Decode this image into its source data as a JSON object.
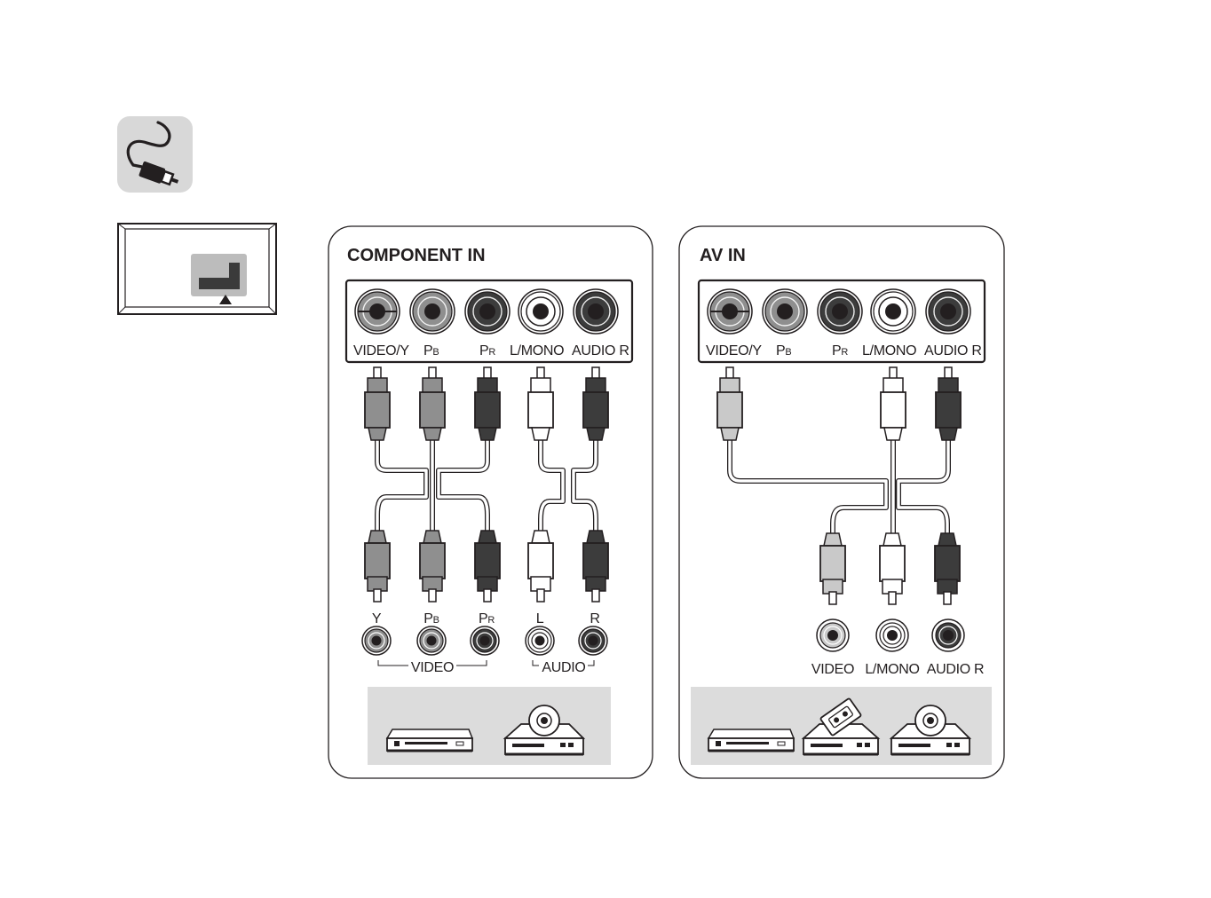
{
  "icons": {
    "cable": "cable-plug-icon",
    "tv": "tv-rear-panel-icon",
    "dvd": "dvd-player-icon",
    "vcr": "vcr-icon",
    "disc": "disc-player-icon"
  },
  "colors": {
    "white": "#ffffff",
    "light_gray": "#c8c8c8",
    "gray": "#8c8c8c",
    "dark": "#3a3a3a",
    "outline": "#231f20",
    "device_tray": "#dcdcdc"
  },
  "component": {
    "title": "COMPONENT IN",
    "ports": [
      {
        "label": "VIDEO/Y",
        "color": "gray",
        "kind": "video"
      },
      {
        "label": "P",
        "sub": "B",
        "color": "gray"
      },
      {
        "label": "P",
        "sub": "R",
        "color": "dark"
      },
      {
        "label": "L/MONO",
        "color": "white"
      },
      {
        "label": "AUDIO R",
        "color": "dark"
      }
    ],
    "plug_colors": [
      "gray",
      "gray",
      "dark",
      "white",
      "dark"
    ],
    "device_jacks": [
      {
        "label": "Y",
        "color": "gray"
      },
      {
        "label": "P",
        "sub": "B",
        "color": "gray"
      },
      {
        "label": "P",
        "sub": "R",
        "color": "dark"
      },
      {
        "label": "L",
        "color": "white"
      },
      {
        "label": "R",
        "color": "dark"
      }
    ],
    "video_group": "VIDEO",
    "audio_group": "AUDIO",
    "devices": [
      "dvd-player-icon",
      "disc-player-icon"
    ]
  },
  "av": {
    "title": "AV IN",
    "ports": [
      {
        "label": "VIDEO/Y",
        "color": "gray",
        "kind": "video"
      },
      {
        "label": "P",
        "sub": "B",
        "color": "gray"
      },
      {
        "label": "P",
        "sub": "R",
        "color": "dark"
      },
      {
        "label": "L/MONO",
        "color": "white"
      },
      {
        "label": "AUDIO R",
        "color": "dark"
      }
    ],
    "plug_colors": [
      "light_gray",
      "white",
      "dark"
    ],
    "device_jacks": [
      {
        "label": "VIDEO",
        "color": "light_gray"
      },
      {
        "label": "L/MONO",
        "color": "white"
      },
      {
        "label": "AUDIO R",
        "color": "dark"
      }
    ],
    "devices": [
      "dvd-player-icon",
      "vcr-icon",
      "disc-player-icon"
    ]
  }
}
